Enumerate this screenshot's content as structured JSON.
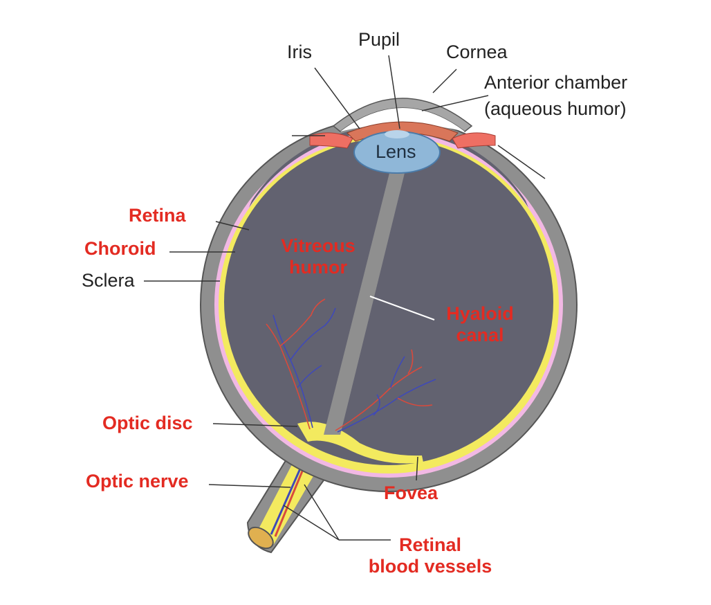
{
  "colors": {
    "vitreous": "#626270",
    "sclera": "#8f8f8f",
    "sclera_outline": "#555555",
    "choroid": "#f2b8e4",
    "retina": "#f3ea5f",
    "lens": "#8fb7d8",
    "iris": "#d9765a",
    "ciliary": "#ee6f63",
    "cornea": "#a6a6a6",
    "label_red": "#e32b22",
    "label_black": "#222222",
    "vessel_red": "#d94a3c",
    "vessel_blue": "#3f49b8"
  },
  "labels": {
    "iris": "Iris",
    "pupil": "Pupil",
    "cornea": "Cornea",
    "anterior_chamber": "Anterior chamber",
    "aqueous_humor": "(aqueous humor)",
    "lens": "Lens",
    "retina": "Retina",
    "choroid": "Choroid",
    "sclera": "Sclera",
    "vitreous_1": "Vitreous",
    "vitreous_2": "humor",
    "hyaloid_1": "Hyaloid",
    "hyaloid_2": "canal",
    "optic_disc": "Optic disc",
    "optic_nerve": "Optic nerve",
    "fovea": "Fovea",
    "retinal_1": "Retinal",
    "retinal_2": "blood vessels"
  }
}
